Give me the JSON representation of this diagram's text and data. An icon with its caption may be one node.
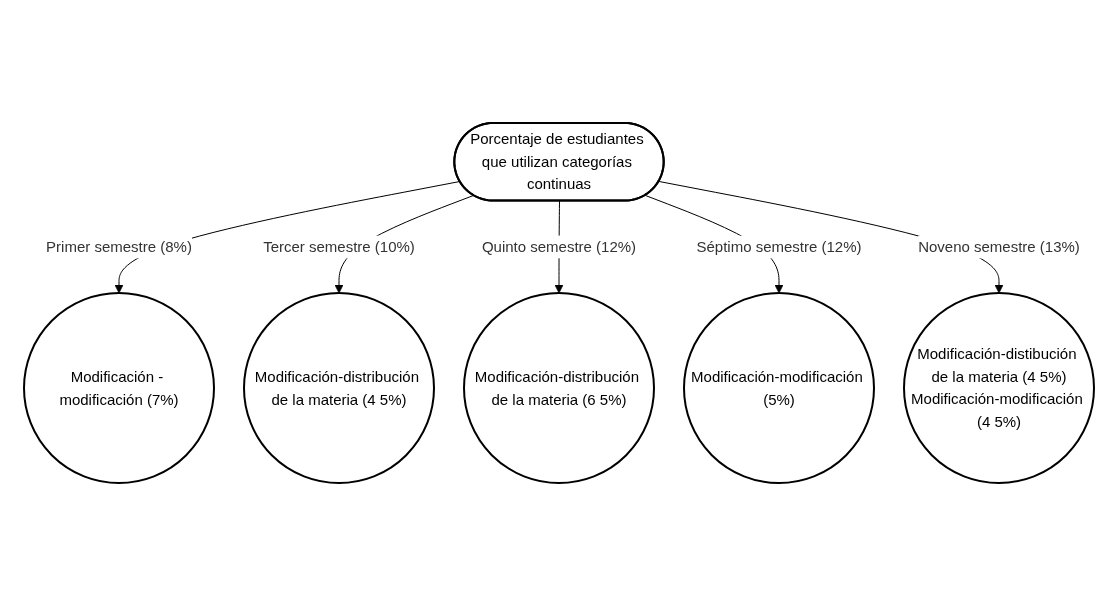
{
  "diagram": {
    "nodes": [
      {
        "text": [
          "Porcentaje de estudiantes que utilizan categorías continuas"
        ]
      },
      {
        "text": [
          "Modificación - modificación (7%)"
        ]
      },
      {
        "text": [
          "Modificación-distribución de la materia (4 5%)"
        ]
      },
      {
        "text": [
          "Modificación-distribución de la materia (6 5%)"
        ]
      },
      {
        "text": [
          "Modificación-modificación (5%)"
        ]
      },
      {
        "text": [
          "Modificación-distibución de la materia (4 5%)",
          "Modificación-modificación (4 5%)"
        ]
      }
    ],
    "edges": [
      {
        "from": 0,
        "to": 1,
        "arrow": "to",
        "label": "Primer semestre (8%)"
      },
      {
        "from": 0,
        "to": 2,
        "arrow": "to",
        "label": "Tercer semestre (10%)"
      },
      {
        "from": 0,
        "to": 3,
        "arrow": "to",
        "label": "Quinto semestre (12%)"
      },
      {
        "from": 0,
        "to": 4,
        "arrow": "to",
        "label": "Séptimo semestre (12%)"
      },
      {
        "from": 0,
        "to": 5,
        "arrow": "to",
        "label": "Noveno semestre (13%)"
      }
    ]
  }
}
